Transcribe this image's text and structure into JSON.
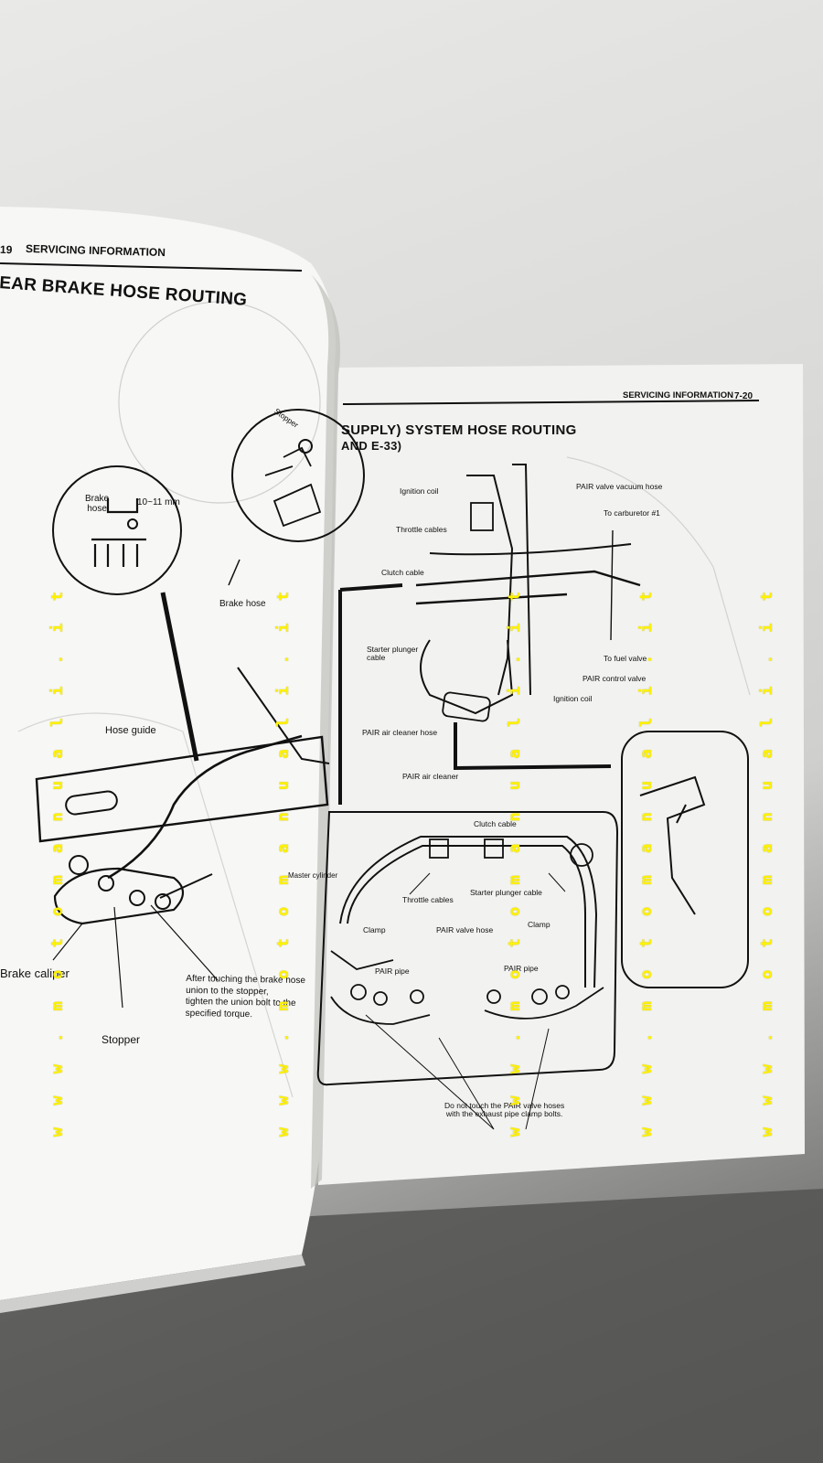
{
  "left_page": {
    "page_number": "19",
    "running_header": "SERVICING INFORMATION",
    "title": "EAR BRAKE HOSE ROUTING",
    "labels": {
      "stopper_top": "Stopper",
      "brake_hose_detail": "Brake\nhose",
      "dimension": "10~11 mm",
      "brake_hose": "Brake hose",
      "hose_guide": "Hose guide",
      "master_cylinder": "Master cylinder",
      "brake_caliper": "Brake caliper",
      "stopper": "Stopper",
      "note": "After touching the brake hose\nunion to the stopper,\ntighten the union bolt to the\nspecified torque."
    }
  },
  "right_page": {
    "running_header": "SERVICING INFORMATION",
    "page_number": "7-20",
    "title_line1": "SUPPLY) SYSTEM HOSE ROUTING",
    "title_line2": "AND E-33)",
    "labels": {
      "ignition_coil_top": "Ignition coil",
      "pair_valve_vacuum_hose": "PAIR valve vacuum hose",
      "to_carburetor": "To carburetor #1",
      "throttle_cables": "Throttle cables",
      "clutch_cable": "Clutch cable",
      "starter_plunger_cable": "Starter plunger\ncable",
      "to_fuel_valve": "To fuel valve",
      "pair_control_valve": "PAIR control valve",
      "ignition_coil_bottom": "Ignition coil",
      "pair_air_cleaner_hose": "PAIR air cleaner hose",
      "pair_air_cleaner": "PAIR air cleaner",
      "clutch_cable_lower": "Clutch cable",
      "throttle_cables_lower": "Throttle cables",
      "starter_plunger_cable_lower": "Starter plunger cable",
      "clamp_left": "Clamp",
      "pair_valve_hose": "PAIR valve hose",
      "clamp_right": "Clamp",
      "pair_pipe_left": "PAIR pipe",
      "pair_pipe_right": "PAIR pipe",
      "warning": "Do not touch the PAIR valve hoses\nwith the exhaust pipe clamp bolts."
    }
  },
  "watermark": "w w w . m o t o m a n u a l i . i t",
  "colors": {
    "paper": "#f4f4f2",
    "ink": "#111111",
    "watermark": "#fff200",
    "background": "#d8d8d6"
  }
}
